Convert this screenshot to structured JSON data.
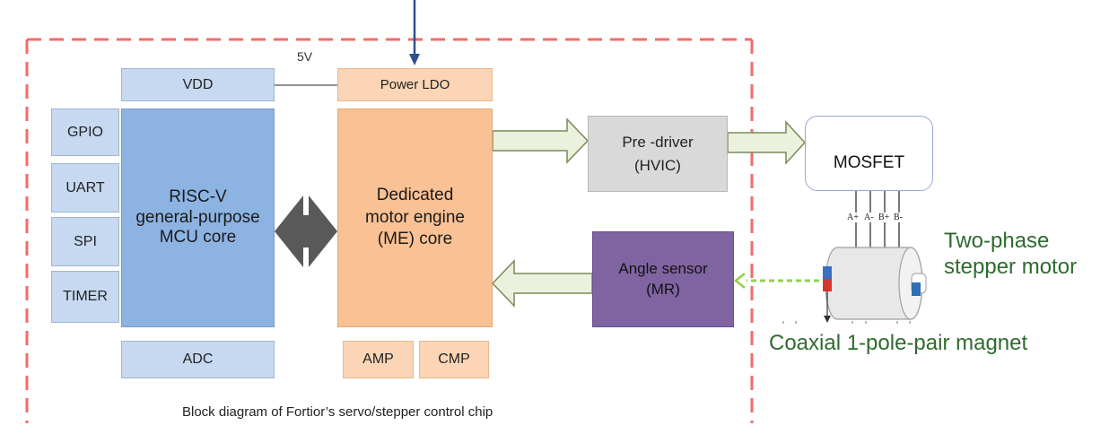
{
  "diagram": {
    "caption": "Block diagram of Fortior’s servo/stepper control chip",
    "voltage_label": "5V",
    "blocks": {
      "vdd": "VDD",
      "power_ldo": "Power LDO",
      "gpio": "GPIO",
      "uart": "UART",
      "spi": "SPI",
      "timer": "TIMER",
      "mcu_core": "RISC-V\ngeneral-purpose\nMCU core",
      "motor_engine": "Dedicated\nmotor engine\n(ME) core",
      "pre_driver": "Pre -driver\n(HVIC)",
      "angle_sensor": "Angle sensor\n(MR)",
      "mosfet": "MOSFET",
      "adc": "ADC",
      "amp": "AMP",
      "cmp": "CMP"
    },
    "phase_labels": [
      "A+",
      "A-",
      "B+",
      "B-"
    ],
    "motor_label": "Two-phase\nstepper motor",
    "magnet_label": "Coaxial 1-pole-pair magnet",
    "colors": {
      "light_blue": "#c6d9f0",
      "mcu_blue": "#8db3e2",
      "peach": "#f9c194",
      "light_peach": "#fbd5b5",
      "gray": "#d9d9d9",
      "purple": "#8064a2",
      "green_arrow": "#ebf1dd",
      "dash_red": "#f26b6b",
      "text_green": "#2e6b2e",
      "dark_arrow": "#595959"
    }
  }
}
